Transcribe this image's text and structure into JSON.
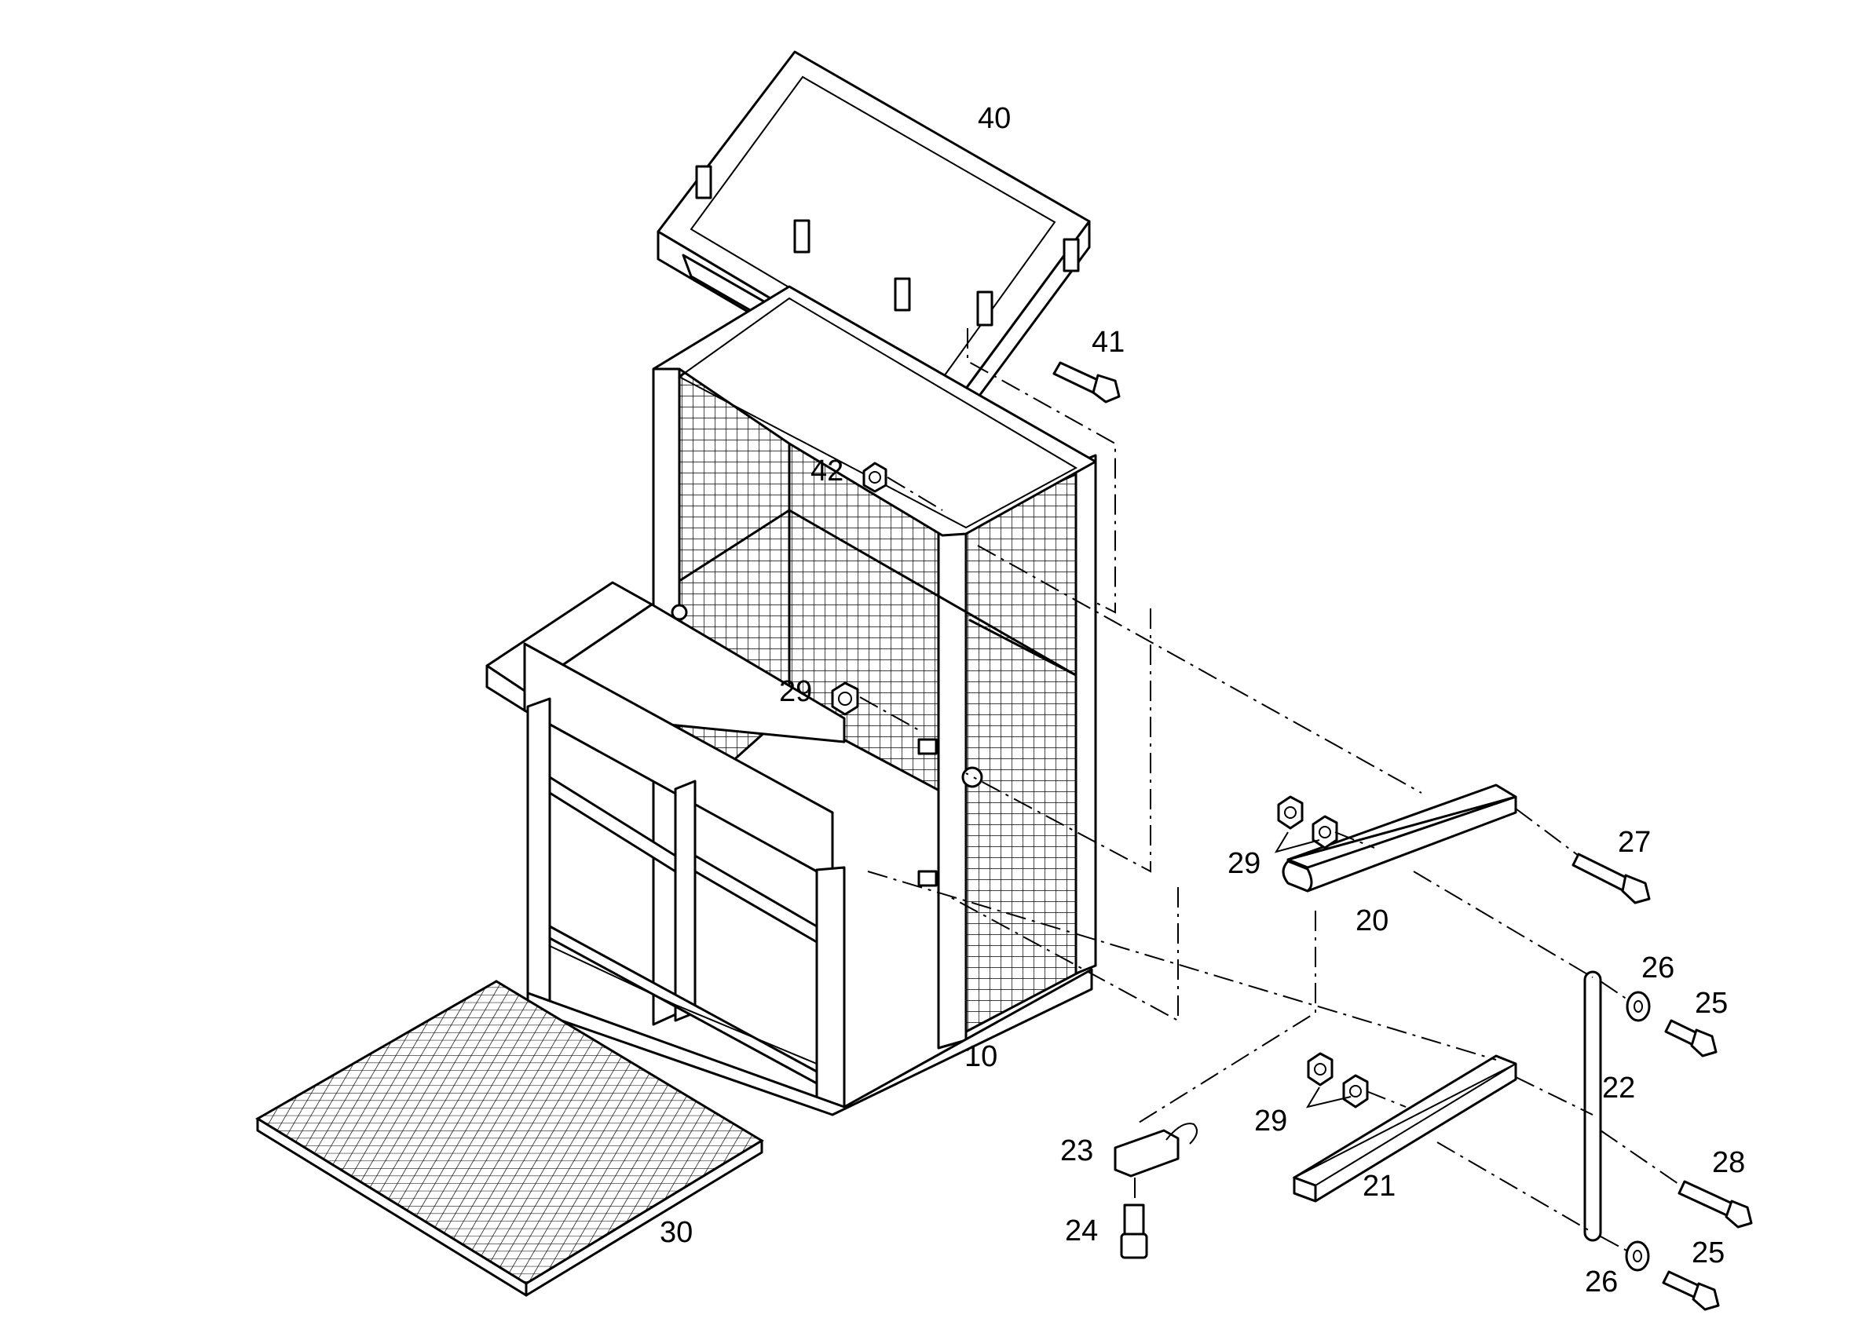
{
  "callouts": {
    "c10": "10",
    "c20": "20",
    "c21": "21",
    "c22": "22",
    "c23": "23",
    "c24": "24",
    "c25a": "25",
    "c25b": "25",
    "c26a": "26",
    "c26b": "26",
    "c27": "27",
    "c28": "28",
    "c29a": "29",
    "c29b": "29",
    "c29c": "29",
    "c30": "30",
    "c40": "40",
    "c41": "41",
    "c42": "42"
  }
}
